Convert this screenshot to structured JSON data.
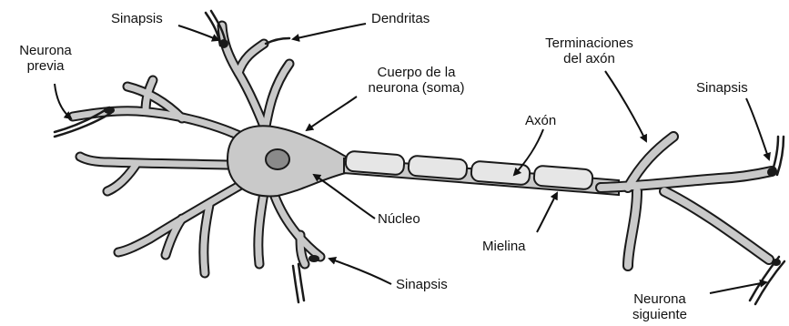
{
  "diagram": {
    "labels": {
      "sinapsis_top": "Sinapsis",
      "dendritas": "Dendritas",
      "neurona_previa": "Neurona\nprevia",
      "cuerpo": "Cuerpo de la\nneurona (soma)",
      "terminaciones": "Terminaciones\ndel axón",
      "axon": "Axón",
      "sinapsis_right": "Sinapsis",
      "nucleo": "Núcleo",
      "mielina": "Mielina",
      "sinapsis_bottom": "Sinapsis",
      "neurona_siguiente": "Neurona\nsiguiente"
    },
    "colors": {
      "cell_fill": "#c9c9c9",
      "outline": "#1a1a1a",
      "nucleus_fill": "#8a8a8a",
      "myelin_fill": "#e6e6e6"
    }
  }
}
